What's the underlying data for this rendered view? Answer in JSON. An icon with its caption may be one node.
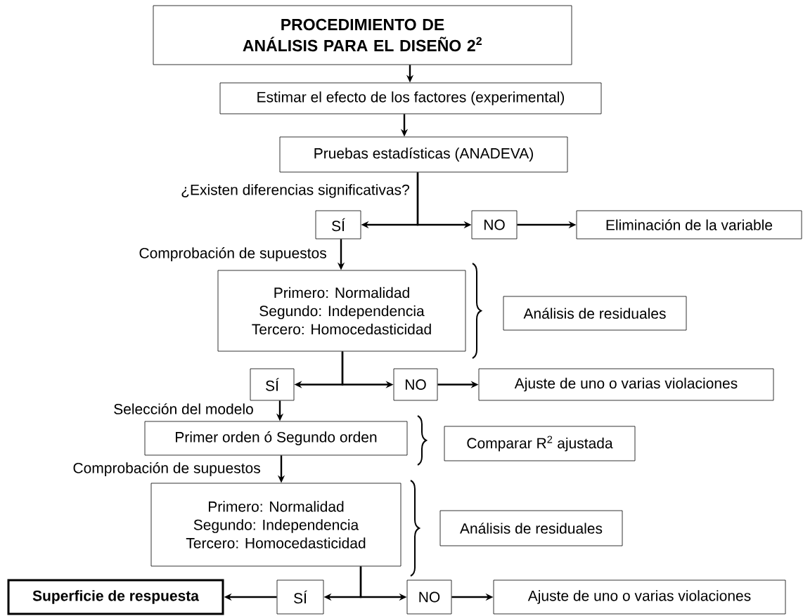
{
  "diagram": {
    "nodes": [
      {
        "text": [
          "PROCEDIMIENTO DE ANÁLISIS PARA EL DISEÑO 2$^{2}$"
        ]
      },
      {
        "text": [
          "Estimar el efecto de los factores (experimental)"
        ]
      },
      {
        "text": [
          "Pruebas estadísticas (ANADEVA)"
        ]
      },
      {
        "text": [
          "SÍ"
        ]
      },
      {
        "text": [
          "NO"
        ]
      },
      {
        "text": [
          "Eliminación de la variable"
        ]
      },
      {
        "text": [
          "Primero: Normalidad",
          "Segundo: Independencia",
          "Tercero: Homocedasticidad"
        ]
      },
      {
        "text": [
          "Análisis de residuales"
        ]
      },
      {
        "text": [
          "SÍ"
        ]
      },
      {
        "text": [
          "NO"
        ]
      },
      {
        "text": [
          "Ajuste de uno o varias violaciones"
        ]
      },
      {
        "text": [
          "Primer orden ó Segundo orden"
        ]
      },
      {
        "text": [
          "Comparar R$^{2}$ ajustada"
        ]
      },
      {
        "text": [
          "Primero: Normalidad",
          "Segundo: Independencia",
          "Tercero: Homocedasticidad"
        ]
      },
      {
        "text": [
          "Análisis de residuales"
        ]
      },
      {
        "text": [
          "Superficie de respuesta"
        ]
      },
      {
        "text": [
          "SÍ"
        ]
      },
      {
        "text": [
          "NO"
        ]
      },
      {
        "text": [
          "Ajuste de uno o varias violaciones"
        ]
      }
    ],
    "edges": [
      {
        "from": 0,
        "to": 1,
        "arrow": "to"
      },
      {
        "from": 1,
        "to": 2,
        "arrow": "to"
      },
      {
        "from": 2,
        "to": 3,
        "arrow": "to"
      },
      {
        "from": 2,
        "to": 4,
        "arrow": "to"
      },
      {
        "from": 4,
        "to": 5,
        "arrow": "to"
      },
      {
        "from": 3,
        "to": 6,
        "arrow": "to"
      },
      {
        "from": 6,
        "to": 8,
        "arrow": "to"
      },
      {
        "from": 6,
        "to": 9,
        "arrow": "to"
      },
      {
        "from": 9,
        "to": 10,
        "arrow": "to"
      },
      {
        "from": 8,
        "to": 11,
        "arrow": "to"
      },
      {
        "from": 11,
        "to": 13,
        "arrow": "to"
      },
      {
        "from": 13,
        "to": 16,
        "arrow": "to"
      },
      {
        "from": 13,
        "to": 17,
        "arrow": "to"
      },
      {
        "from": 16,
        "to": 15,
        "arrow": "to"
      },
      {
        "from": 17,
        "to": 18,
        "arrow": "to"
      }
    ],
    "labels": [
      "¿Existen diferencias significativas?",
      "Comprobación de supuestos",
      "Selección del modelo",
      "Comprobación de supuestos"
    ]
  }
}
